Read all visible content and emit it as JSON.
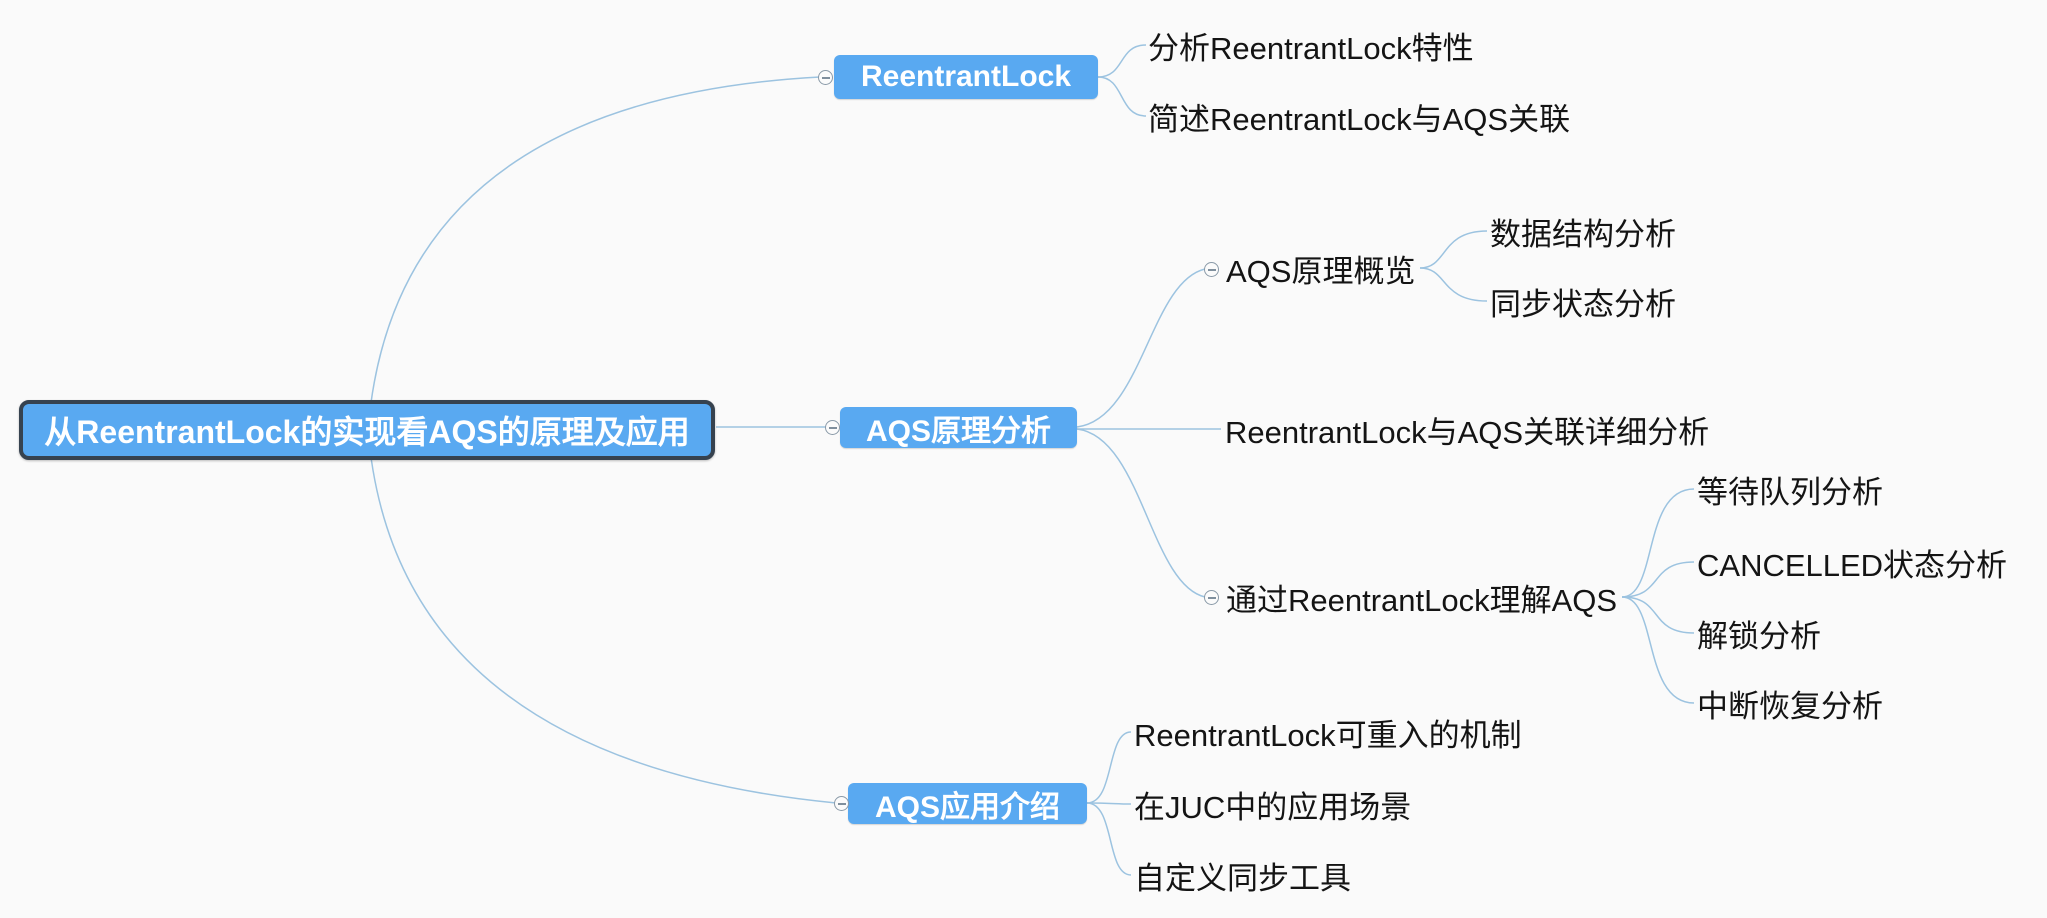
{
  "app": {
    "background_color": "#fafafa",
    "node_fill_color": "#59a9f1",
    "root_border_color": "#36424f",
    "connector_color": "#9cc3e0",
    "text_color": "#141414",
    "toggle_icon": "minus-circle"
  },
  "mindmap": {
    "root": {
      "label": "从ReentrantLock的实现看AQS的原理及应用"
    },
    "branches": [
      {
        "label": "ReentrantLock",
        "children": [
          {
            "label": "分析ReentrantLock特性"
          },
          {
            "label": "简述ReentrantLock与AQS关联"
          }
        ]
      },
      {
        "label": "AQS原理分析",
        "children": [
          {
            "label": "AQS原理概览",
            "children": [
              {
                "label": "数据结构分析"
              },
              {
                "label": "同步状态分析"
              }
            ]
          },
          {
            "label": "ReentrantLock与AQS关联详细分析"
          },
          {
            "label": "通过ReentrantLock理解AQS",
            "children": [
              {
                "label": "等待队列分析"
              },
              {
                "label": "CANCELLED状态分析"
              },
              {
                "label": "解锁分析"
              },
              {
                "label": "中断恢复分析"
              }
            ]
          }
        ]
      },
      {
        "label": "AQS应用介绍",
        "children": [
          {
            "label": "ReentrantLock可重入的机制"
          },
          {
            "label": "在JUC中的应用场景"
          },
          {
            "label": "自定义同步工具"
          }
        ]
      }
    ]
  }
}
